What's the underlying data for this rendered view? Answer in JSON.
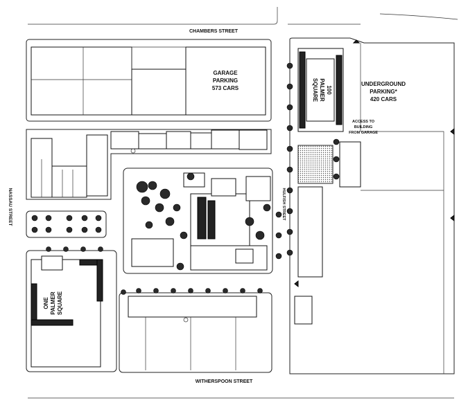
{
  "map": {
    "streets": {
      "top": "CHAMBERS STREET",
      "bottom": "WITHERSPOON STREET",
      "left": "NASSAU STREET",
      "middle": "HULFISH STREET"
    },
    "labels": {
      "garage": [
        "GARAGE",
        "PARKING",
        "573 CARS"
      ],
      "underground": [
        "UNDERGROUND",
        "PARKING*",
        "420 CARS"
      ],
      "hundred": [
        "100",
        "PALMER",
        "SQUARE"
      ],
      "access": [
        "ACCESS TO",
        "BUILDING",
        "FROM GARAGE"
      ],
      "one": [
        "ONE",
        "PALMER",
        "SQUARE"
      ]
    }
  }
}
